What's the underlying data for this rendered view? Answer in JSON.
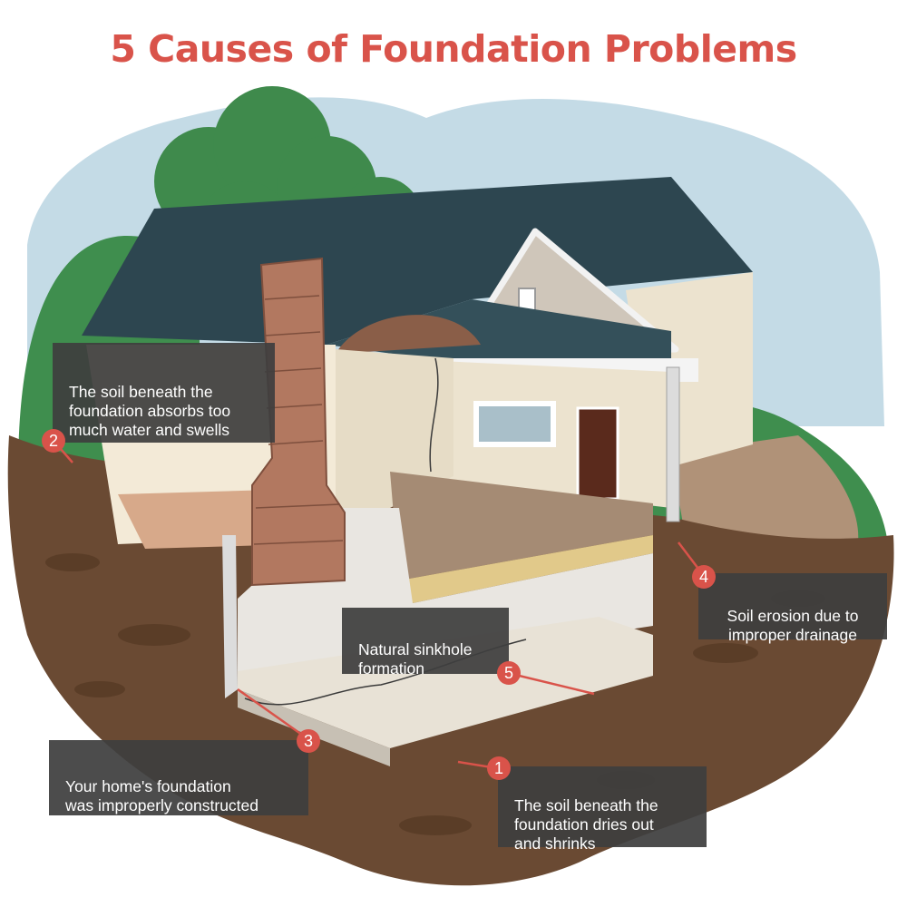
{
  "title": "5 Causes of Foundation Problems",
  "colors": {
    "title": "#d9534a",
    "marker": "#d9534a",
    "callout_bg": "#3e3e3e",
    "callout_text": "#ffffff"
  },
  "callouts": [
    {
      "number": "1",
      "text": "The soil beneath the\nfoundation dries out\nand shrinks"
    },
    {
      "number": "2",
      "text": "The soil beneath the\nfoundation absorbs too\nmuch water and swells"
    },
    {
      "number": "3",
      "text": "Your home's foundation\nwas improperly constructed"
    },
    {
      "number": "4",
      "text": "Soil erosion due to\nimproper drainage"
    },
    {
      "number": "5",
      "text": "Natural sinkhole\nformation"
    }
  ]
}
